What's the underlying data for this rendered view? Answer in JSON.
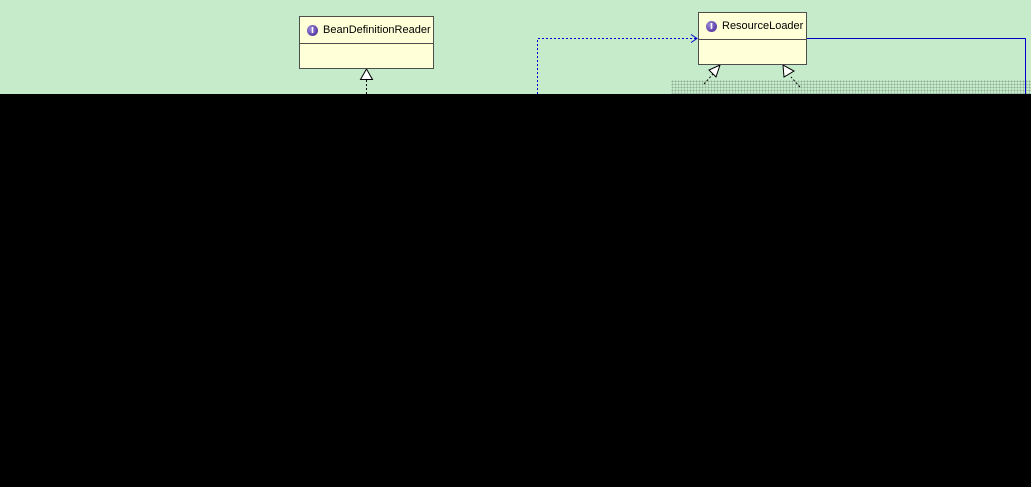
{
  "diagram": {
    "classes": [
      {
        "id": "bean-definition-reader",
        "name": "BeanDefinitionReader",
        "stereotype": "interface",
        "icon": "interface-icon"
      },
      {
        "id": "resource-loader",
        "name": "ResourceLoader",
        "stereotype": "interface",
        "icon": "interface-icon"
      }
    ],
    "icon_letter": "I",
    "colors": {
      "background": "#c6ebcb",
      "class_fill": "#ffffd8",
      "class_border": "#4e4e4e",
      "connector_blue": "#0000cc",
      "interface_icon": "#5b3da8",
      "masked_area": "#000000"
    }
  }
}
